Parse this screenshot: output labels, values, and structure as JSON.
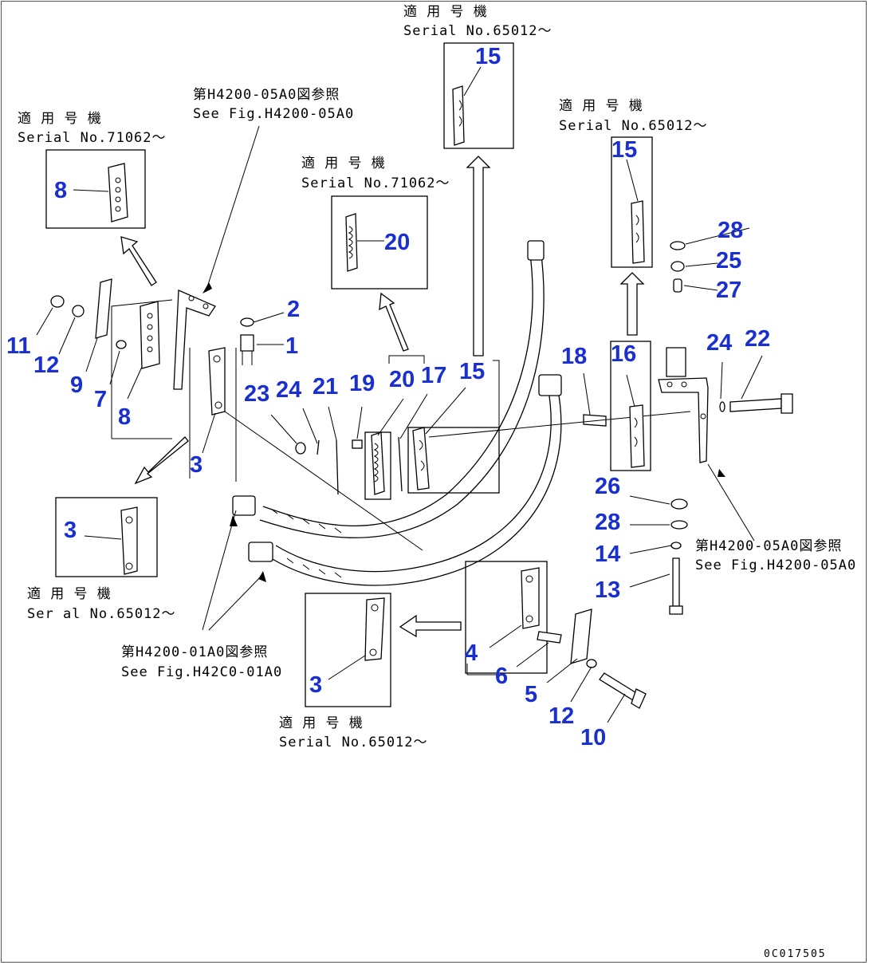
{
  "notes": {
    "top_center_jp": "適 用 号 機",
    "top_center_serial": "Serial No.65012～",
    "left_box_jp": "適 用 号 機",
    "left_box_serial": "Serial No.71062～",
    "mid_box_jp": "適 用 号 機",
    "mid_box_serial": "Serial No.71062～",
    "right_box_jp": "適 用 号 機",
    "right_box_serial": "Serial No.65012～",
    "ref_top_jp": "第H4200-05A0図参照",
    "ref_top_en": "See Fig.H4200-05A0",
    "ref_right_jp": "第H4200-05A0図参照",
    "ref_right_en": "See Fig.H4200-05A0",
    "ref_hose_jp": "第H4200-01A0図参照",
    "ref_hose_en": "See Fig.H42C0-01A0",
    "bottom_left_jp": "適 用 号 機",
    "bottom_left_serial": "Ser al No.65012～",
    "bottom_mid_jp": "適 用 号 機",
    "bottom_mid_serial": "Serial No.65012～"
  },
  "callouts": {
    "c15_top": "15",
    "c15_right": "15",
    "c8_box": "8",
    "c20_box": "20",
    "c28_a": "28",
    "c25": "25",
    "c27": "27",
    "c2": "2",
    "c1": "1",
    "c11": "11",
    "c12_left": "12",
    "c9": "9",
    "c7": "7",
    "c8": "8",
    "c3_main": "3",
    "c23": "23",
    "c24_left": "24",
    "c21": "21",
    "c19": "19",
    "c20": "20",
    "c17": "17",
    "c15_mid": "15",
    "c18": "18",
    "c16": "16",
    "c24_right": "24",
    "c22": "22",
    "c26": "26",
    "c28_b": "28",
    "c14": "14",
    "c13": "13",
    "c3_box_left": "3",
    "c3_box_bottom": "3",
    "c4": "4",
    "c6": "6",
    "c5": "5",
    "c12_bottom": "12",
    "c10": "10"
  },
  "drawing_code": "0C017505",
  "colors": {
    "callout": "#1a2fd0",
    "line": "#000000"
  }
}
